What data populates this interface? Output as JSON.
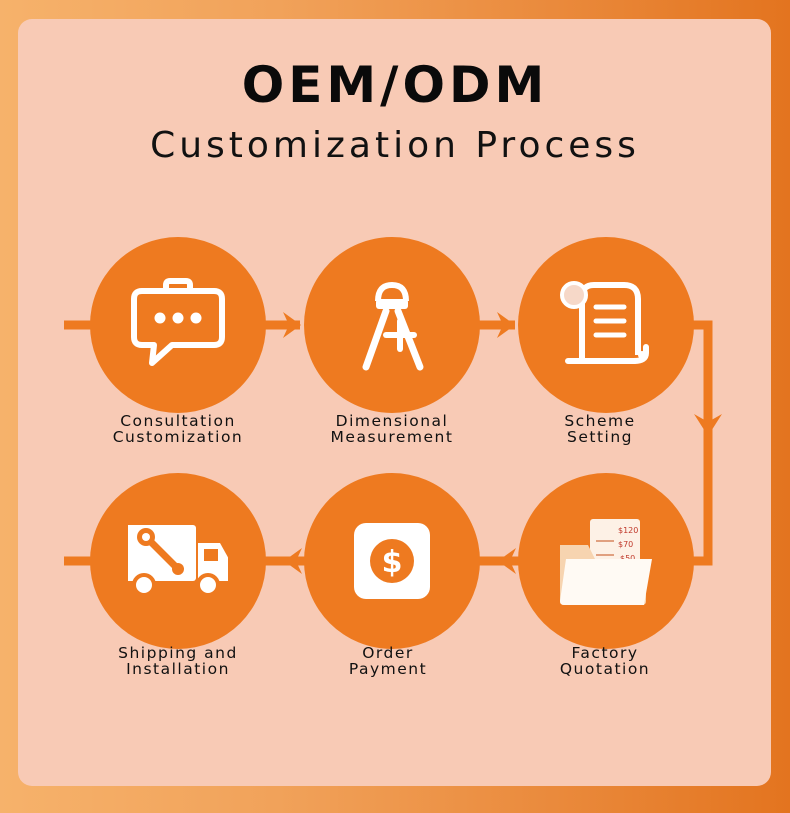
{
  "header": {
    "title": "OEM/ODM",
    "subtitle": "Customization Process"
  },
  "colors": {
    "circle": "#ee7a20",
    "card": "#f8cab5",
    "connector": "#ee7a20"
  },
  "steps": [
    {
      "icon": "chat-bubble-icon",
      "line1": "Consultation",
      "line2": "Customization"
    },
    {
      "icon": "compass-measure-icon",
      "line1": "Dimensional",
      "line2": "Measurement"
    },
    {
      "icon": "scheme-document-icon",
      "line1": "Scheme",
      "line2": "Setting"
    },
    {
      "icon": "quotation-folder-icon",
      "line1": "Factory",
      "line2": "Quotation",
      "prices": [
        "$120",
        "$70",
        "$50"
      ]
    },
    {
      "icon": "payment-dollar-icon",
      "line1": "Order",
      "line2": "Payment"
    },
    {
      "icon": "truck-wrench-icon",
      "line1": "Shipping and",
      "line2": "Installation"
    }
  ]
}
